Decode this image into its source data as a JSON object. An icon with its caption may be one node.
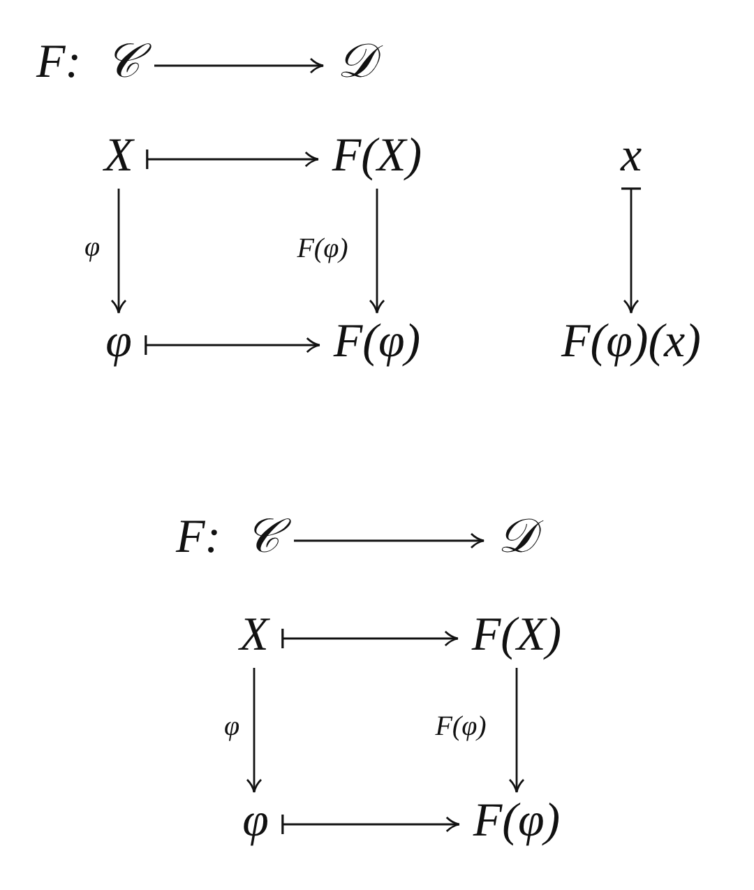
{
  "diagram": {
    "nodes": [
      {
        "text": [
          "𝒞"
        ]
      },
      {
        "text": [
          "𝒟"
        ]
      },
      {
        "text": [
          "X"
        ]
      },
      {
        "text": [
          "F(X)"
        ]
      },
      {
        "text": [
          "x"
        ]
      },
      {
        "text": [
          "φ"
        ]
      },
      {
        "text": [
          "F(φ)"
        ]
      },
      {
        "text": [
          "F(φ)(x)"
        ]
      },
      {
        "text": [
          "𝒞"
        ]
      },
      {
        "text": [
          "𝒟"
        ]
      },
      {
        "text": [
          "X"
        ]
      },
      {
        "text": [
          "F(X)"
        ]
      },
      {
        "text": [
          "φ"
        ]
      },
      {
        "text": [
          "F(φ)"
        ]
      }
    ],
    "edges": [
      {
        "from": 0,
        "to": 1,
        "arrow": "to"
      },
      {
        "from": 2,
        "to": 3,
        "arrow": "to"
      },
      {
        "from": 4,
        "to": 7,
        "arrow": "to"
      },
      {
        "from": 2,
        "to": 5,
        "arrow": "to",
        "label": "φ"
      },
      {
        "from": 3,
        "to": 6,
        "arrow": "to",
        "label": "F(φ)"
      },
      {
        "from": 5,
        "to": 6,
        "arrow": "to"
      },
      {
        "from": 8,
        "to": 9,
        "arrow": "to"
      },
      {
        "from": 10,
        "to": 11,
        "arrow": "to"
      },
      {
        "from": 10,
        "to": 12,
        "arrow": "to",
        "label": "φ"
      },
      {
        "from": 11,
        "to": 13,
        "arrow": "to",
        "label": "F(φ)"
      },
      {
        "from": 12,
        "to": 13,
        "arrow": "to"
      }
    ],
    "labels": [
      "F:",
      "F:"
    ]
  }
}
